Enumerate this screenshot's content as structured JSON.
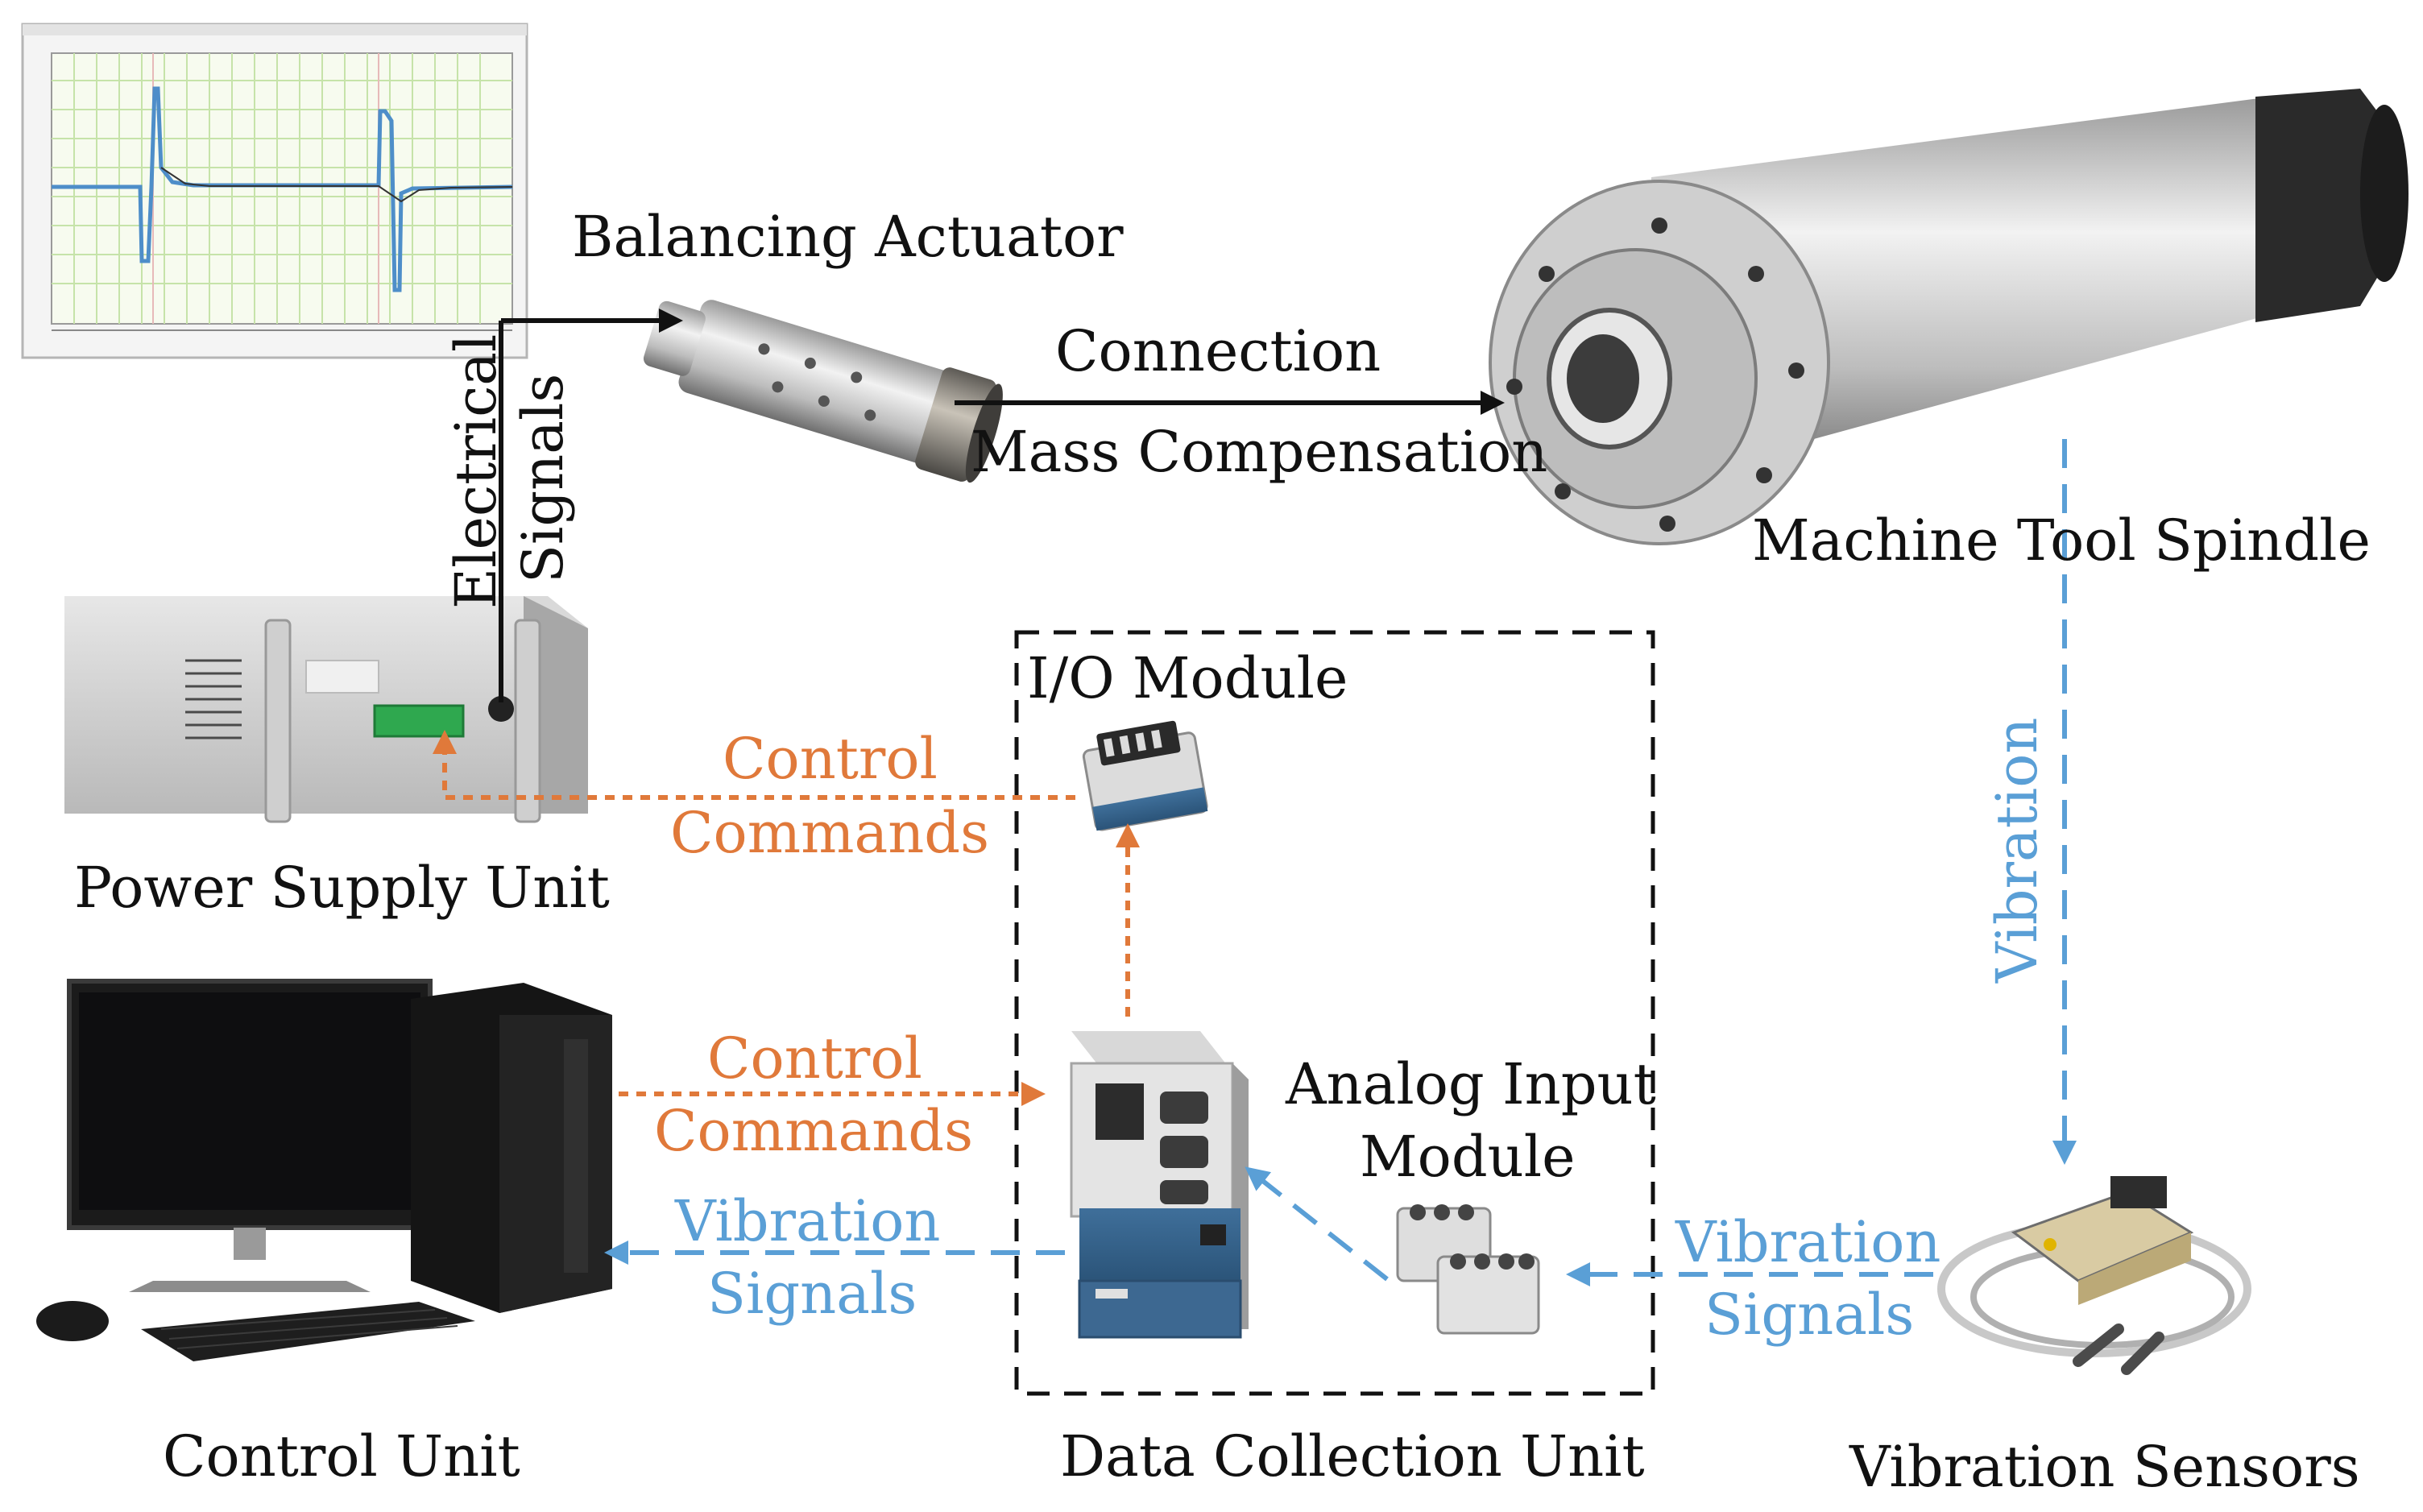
{
  "colors": {
    "black_line": "#111111",
    "orange": "#e0793a",
    "blue": "#5a9fd6",
    "box_dash": "#111111"
  },
  "labels": {
    "balancing_actuator": "Balancing Actuator",
    "connection": "Connection",
    "mass_compensation": "Mass Compensation",
    "machine_tool_spindle": "Machine Tool Spindle",
    "electrical": "Electrical",
    "signals_vertical": "Signals",
    "power_supply_unit": "Power Supply Unit",
    "io_module": "I/O Module",
    "control_top": "Control",
    "commands_top": "Commands",
    "control_mid": "Control",
    "commands_mid": "Commands",
    "vibration_vertical": "Vibration",
    "analog_input": "Analog Input",
    "module": "Module",
    "vibration_left": "Vibration",
    "signals_left": "Signals",
    "vibration_right": "Vibration",
    "signals_right": "Signals",
    "control_unit": "Control Unit",
    "data_collection_unit": "Data Collection Unit",
    "vibration_sensors": "Vibration Sensors"
  },
  "components": {
    "signal_plot": "oscilloscope-plot",
    "actuator": "balancing-actuator-photo",
    "spindle": "spindle-photo",
    "power_supply": "power-supply-photo",
    "io_module": "io-module-photo",
    "daq_chassis": "daq-chassis-photo",
    "analog_modules": "analog-input-modules-photo",
    "sensors": "vibration-sensors-photo",
    "computer": "desktop-computer-photo"
  }
}
